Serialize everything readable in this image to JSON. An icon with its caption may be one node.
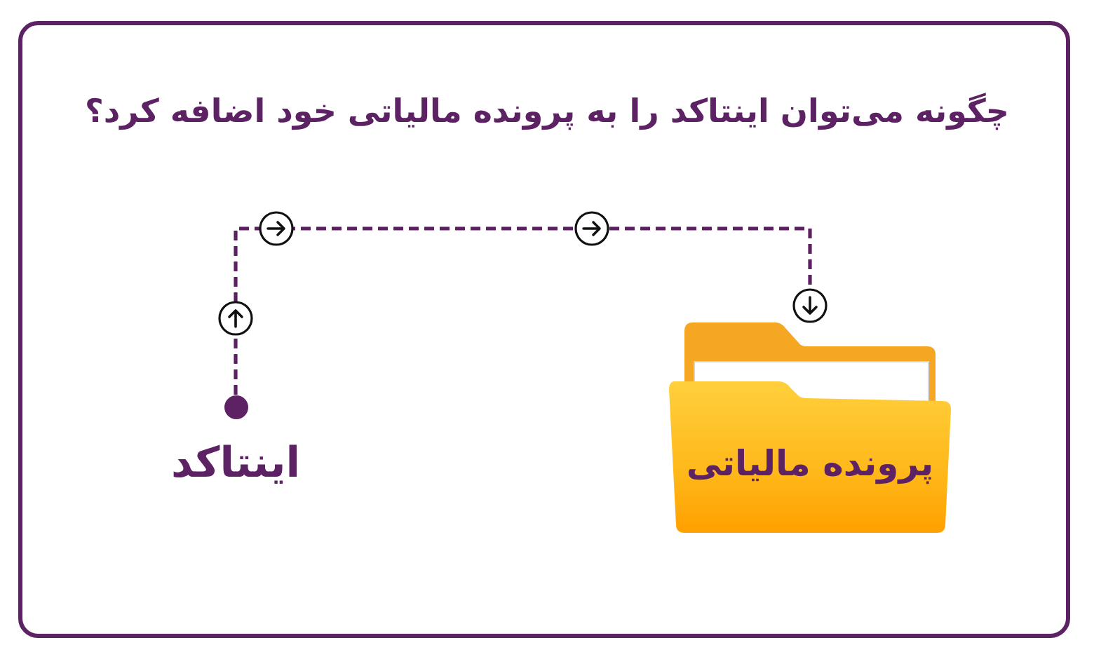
{
  "diagram": {
    "title": "چگونه می‌توان اینتاکد را به پرونده مالیاتی خود اضافه کرد؟",
    "nodes": [
      {
        "text": [],
        "shape": "circle",
        "beside": [
          "اینتاکد"
        ]
      },
      {
        "text": [
          "پرونده مالیاتی"
        ]
      }
    ],
    "edges": [
      {
        "from": 0,
        "to": 1,
        "arrow": "to",
        "style": "dashed",
        "color": "#5c1f61"
      }
    ]
  }
}
